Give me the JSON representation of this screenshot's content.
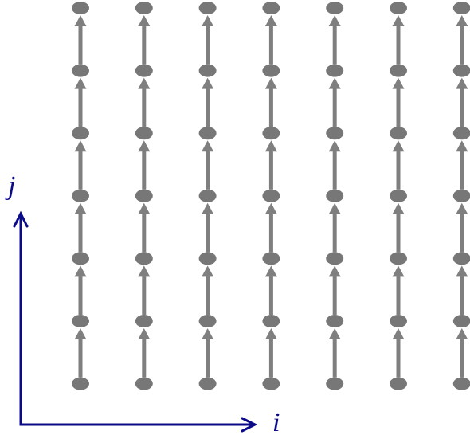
{
  "diagram": {
    "axes": {
      "i_label": "i",
      "j_label": "j",
      "color": "#0b0b8a"
    },
    "grid": {
      "columns": 7,
      "rows": 7,
      "node_color": "#777777",
      "edge_color": "#7f7f7f",
      "edge_direction": "up"
    }
  }
}
